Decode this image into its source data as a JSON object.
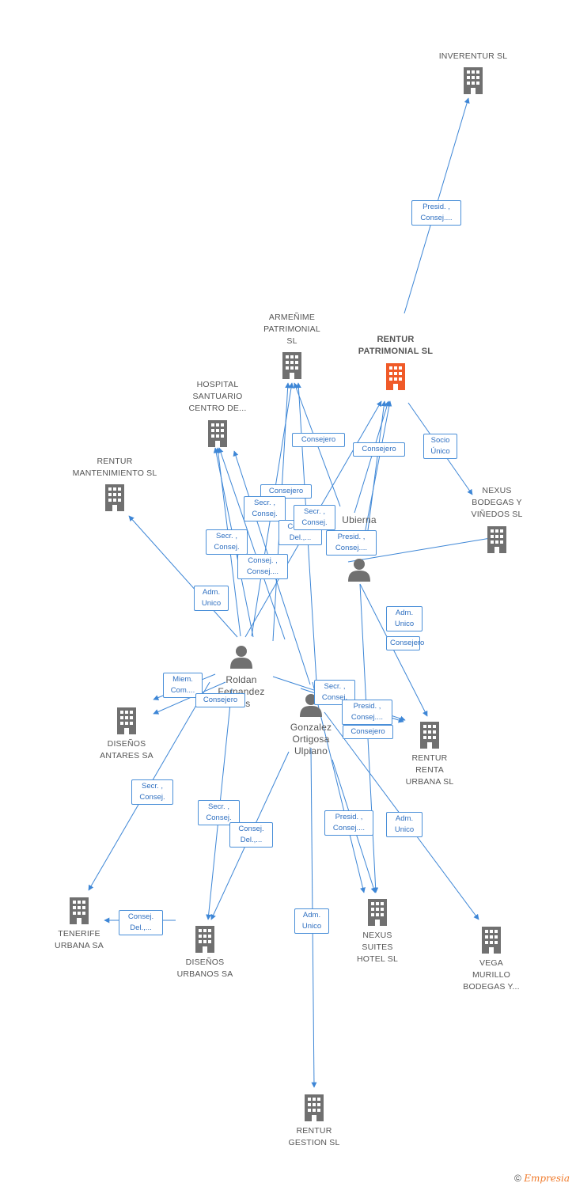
{
  "colors": {
    "edge": "#3d86d6",
    "node": "#707070",
    "main_node": "#f05a28"
  },
  "companies": [
    {
      "id": "inverentur",
      "lines": [
        "INVERENTUR  SL"
      ]
    },
    {
      "id": "rentur_patrimonial",
      "lines": [
        "RENTUR",
        "PATRIMONIAL SL"
      ],
      "main": true
    },
    {
      "id": "armenime",
      "lines": [
        "ARMEÑIME",
        "PATRIMONIAL",
        "SL"
      ]
    },
    {
      "id": "hospital",
      "lines": [
        "HOSPITAL",
        "SANTUARIO",
        "CENTRO DE..."
      ]
    },
    {
      "id": "rentur_mant",
      "lines": [
        "RENTUR",
        "MANTENIMIENTO SL"
      ]
    },
    {
      "id": "nexus_bodegas",
      "lines": [
        "NEXUS",
        "BODEGAS Y",
        "VIÑEDOS SL"
      ]
    },
    {
      "id": "disenos_antares",
      "lines": [
        "DISEÑOS",
        "ANTARES SA"
      ]
    },
    {
      "id": "rentur_renta",
      "lines": [
        "RENTUR",
        "RENTA",
        "URBANA SL"
      ]
    },
    {
      "id": "tenerife",
      "lines": [
        "TENERIFE",
        "URBANA SA"
      ]
    },
    {
      "id": "disenos_urbanos",
      "lines": [
        "DISEÑOS",
        "URBANOS SA"
      ]
    },
    {
      "id": "nexus_suites",
      "lines": [
        "NEXUS",
        "SUITES",
        "HOTEL  SL"
      ]
    },
    {
      "id": "vega",
      "lines": [
        "VEGA",
        "MURILLO",
        "BODEGAS Y..."
      ]
    },
    {
      "id": "rentur_gestion",
      "lines": [
        "RENTUR",
        "GESTION SL"
      ]
    }
  ],
  "persons": [
    {
      "id": "ubierna",
      "lines": [
        "Ubierna"
      ]
    },
    {
      "id": "roldan",
      "lines": [
        "Roldan",
        "Fernandez",
        "Luis"
      ]
    },
    {
      "id": "gonzalez",
      "lines": [
        "Gonzalez",
        "Ortigosa",
        "Ulpiano"
      ]
    }
  ],
  "edge_labels": [
    {
      "id": "e1",
      "lines": [
        "Presid. ,",
        "Consej...."
      ]
    },
    {
      "id": "e2",
      "lines": [
        "Socio",
        "Único"
      ]
    },
    {
      "id": "e3",
      "lines": [
        "Consejero"
      ]
    },
    {
      "id": "e4",
      "lines": [
        "Consejero"
      ]
    },
    {
      "id": "e5",
      "lines": [
        "Consejero"
      ]
    },
    {
      "id": "e6",
      "lines": [
        "Secr. ,",
        "Consej."
      ]
    },
    {
      "id": "e7",
      "lines": [
        "Secr. ,",
        "Consej."
      ]
    },
    {
      "id": "e8",
      "lines": [
        "Consej.",
        "Del.,..."
      ]
    },
    {
      "id": "e9",
      "lines": [
        "Presid. ,",
        "Consej...."
      ]
    },
    {
      "id": "e10",
      "lines": [
        "Secr. ,",
        "Consej."
      ]
    },
    {
      "id": "e11",
      "lines": [
        "Consej. ,",
        "Consej...."
      ]
    },
    {
      "id": "e12",
      "lines": [
        "Adm.",
        "Unico"
      ]
    },
    {
      "id": "e13",
      "lines": [
        "Adm.",
        "Unico"
      ]
    },
    {
      "id": "e14",
      "lines": [
        "Consejero"
      ]
    },
    {
      "id": "e15",
      "lines": [
        "Miem.",
        "Com...."
      ]
    },
    {
      "id": "e16",
      "lines": [
        "Consejero"
      ]
    },
    {
      "id": "e17",
      "lines": [
        "Secr. ,",
        "Consej."
      ]
    },
    {
      "id": "e18",
      "lines": [
        "Presid. ,",
        "Consej...."
      ]
    },
    {
      "id": "e19",
      "lines": [
        "Consejero"
      ]
    },
    {
      "id": "e20",
      "lines": [
        "Secr. ,",
        "Consej."
      ]
    },
    {
      "id": "e21",
      "lines": [
        "Secr. ,",
        "Consej."
      ]
    },
    {
      "id": "e22",
      "lines": [
        "Consej.",
        "Del.,..."
      ]
    },
    {
      "id": "e23",
      "lines": [
        "Presid. ,",
        "Consej...."
      ]
    },
    {
      "id": "e24",
      "lines": [
        "Adm.",
        "Unico"
      ]
    },
    {
      "id": "e25",
      "lines": [
        "Consej.",
        "Del.,..."
      ]
    },
    {
      "id": "e26",
      "lines": [
        "Adm.",
        "Unico"
      ]
    }
  ],
  "footer": {
    "copyright": "©",
    "brand": "Empresia"
  }
}
